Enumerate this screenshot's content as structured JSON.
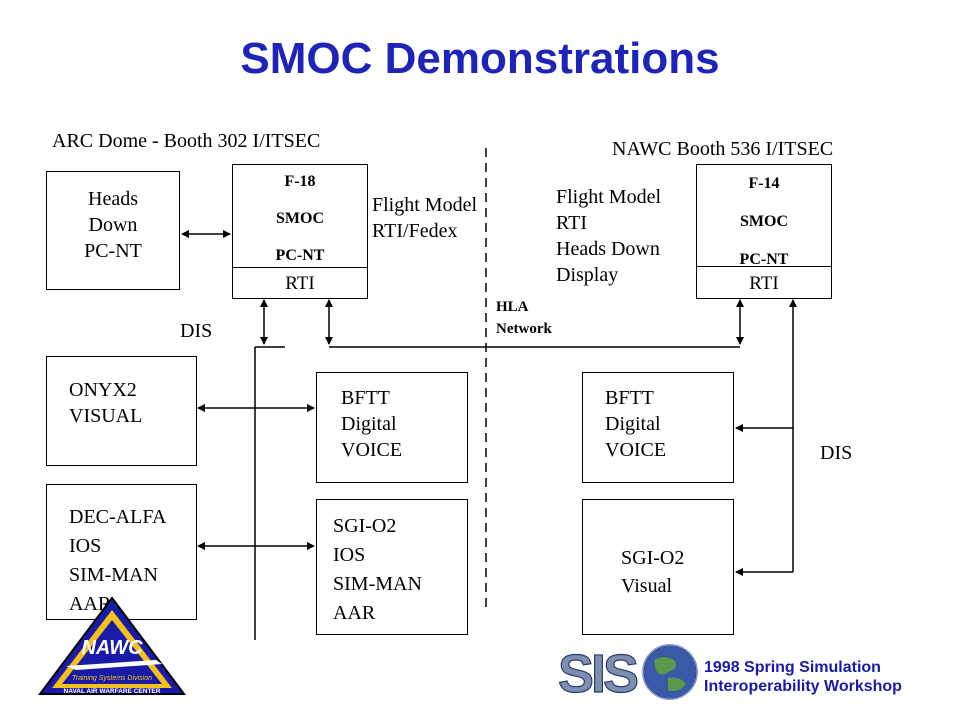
{
  "title": "SMOC Demonstrations",
  "left_site_label": "ARC Dome - Booth 302 I/ITSEC",
  "right_site_label": "NAWC Booth 536 I/ITSEC",
  "heads_down": [
    "Heads",
    "Down",
    "PC-NT"
  ],
  "f18": {
    "lines": [
      "F-18",
      "SMOC",
      "PC-NT"
    ],
    "rti": "RTI"
  },
  "f14": {
    "lines": [
      "F-14",
      "SMOC",
      "PC-NT"
    ],
    "rti": "RTI"
  },
  "left_note": [
    "Flight Model",
    "RTI/Fedex"
  ],
  "right_note": [
    "Flight Model",
    "RTI",
    "Heads Down",
    "Display"
  ],
  "hla_label": [
    "HLA",
    "Network"
  ],
  "dis_left": "DIS",
  "dis_right": "DIS",
  "onyx": [
    "ONYX2",
    "VISUAL"
  ],
  "dec": [
    "DEC-ALFA",
    "IOS",
    "SIM-MAN",
    "AAR"
  ],
  "bftt_left": [
    "BFTT",
    "Digital",
    "VOICE"
  ],
  "sgi_left": [
    "SGI-O2",
    "IOS",
    "SIM-MAN",
    "AAR"
  ],
  "bftt_right": [
    "BFTT",
    "Digital",
    "VOICE"
  ],
  "sgi_right": [
    "SGI-O2",
    "Visual"
  ],
  "nawc_logo": {
    "text": "NAWC",
    "subtext": "Training Systems Division",
    "ring": "NAVAL AIR WARFARE CENTER"
  },
  "siso_logo": "SISO",
  "workshop": [
    "1998 Spring Simulation",
    "Interoperability Workshop"
  ],
  "colors": {
    "title": "#1f24b8",
    "logo_blue": "#1a1aa8",
    "logo_yellow": "#f2c21a"
  }
}
